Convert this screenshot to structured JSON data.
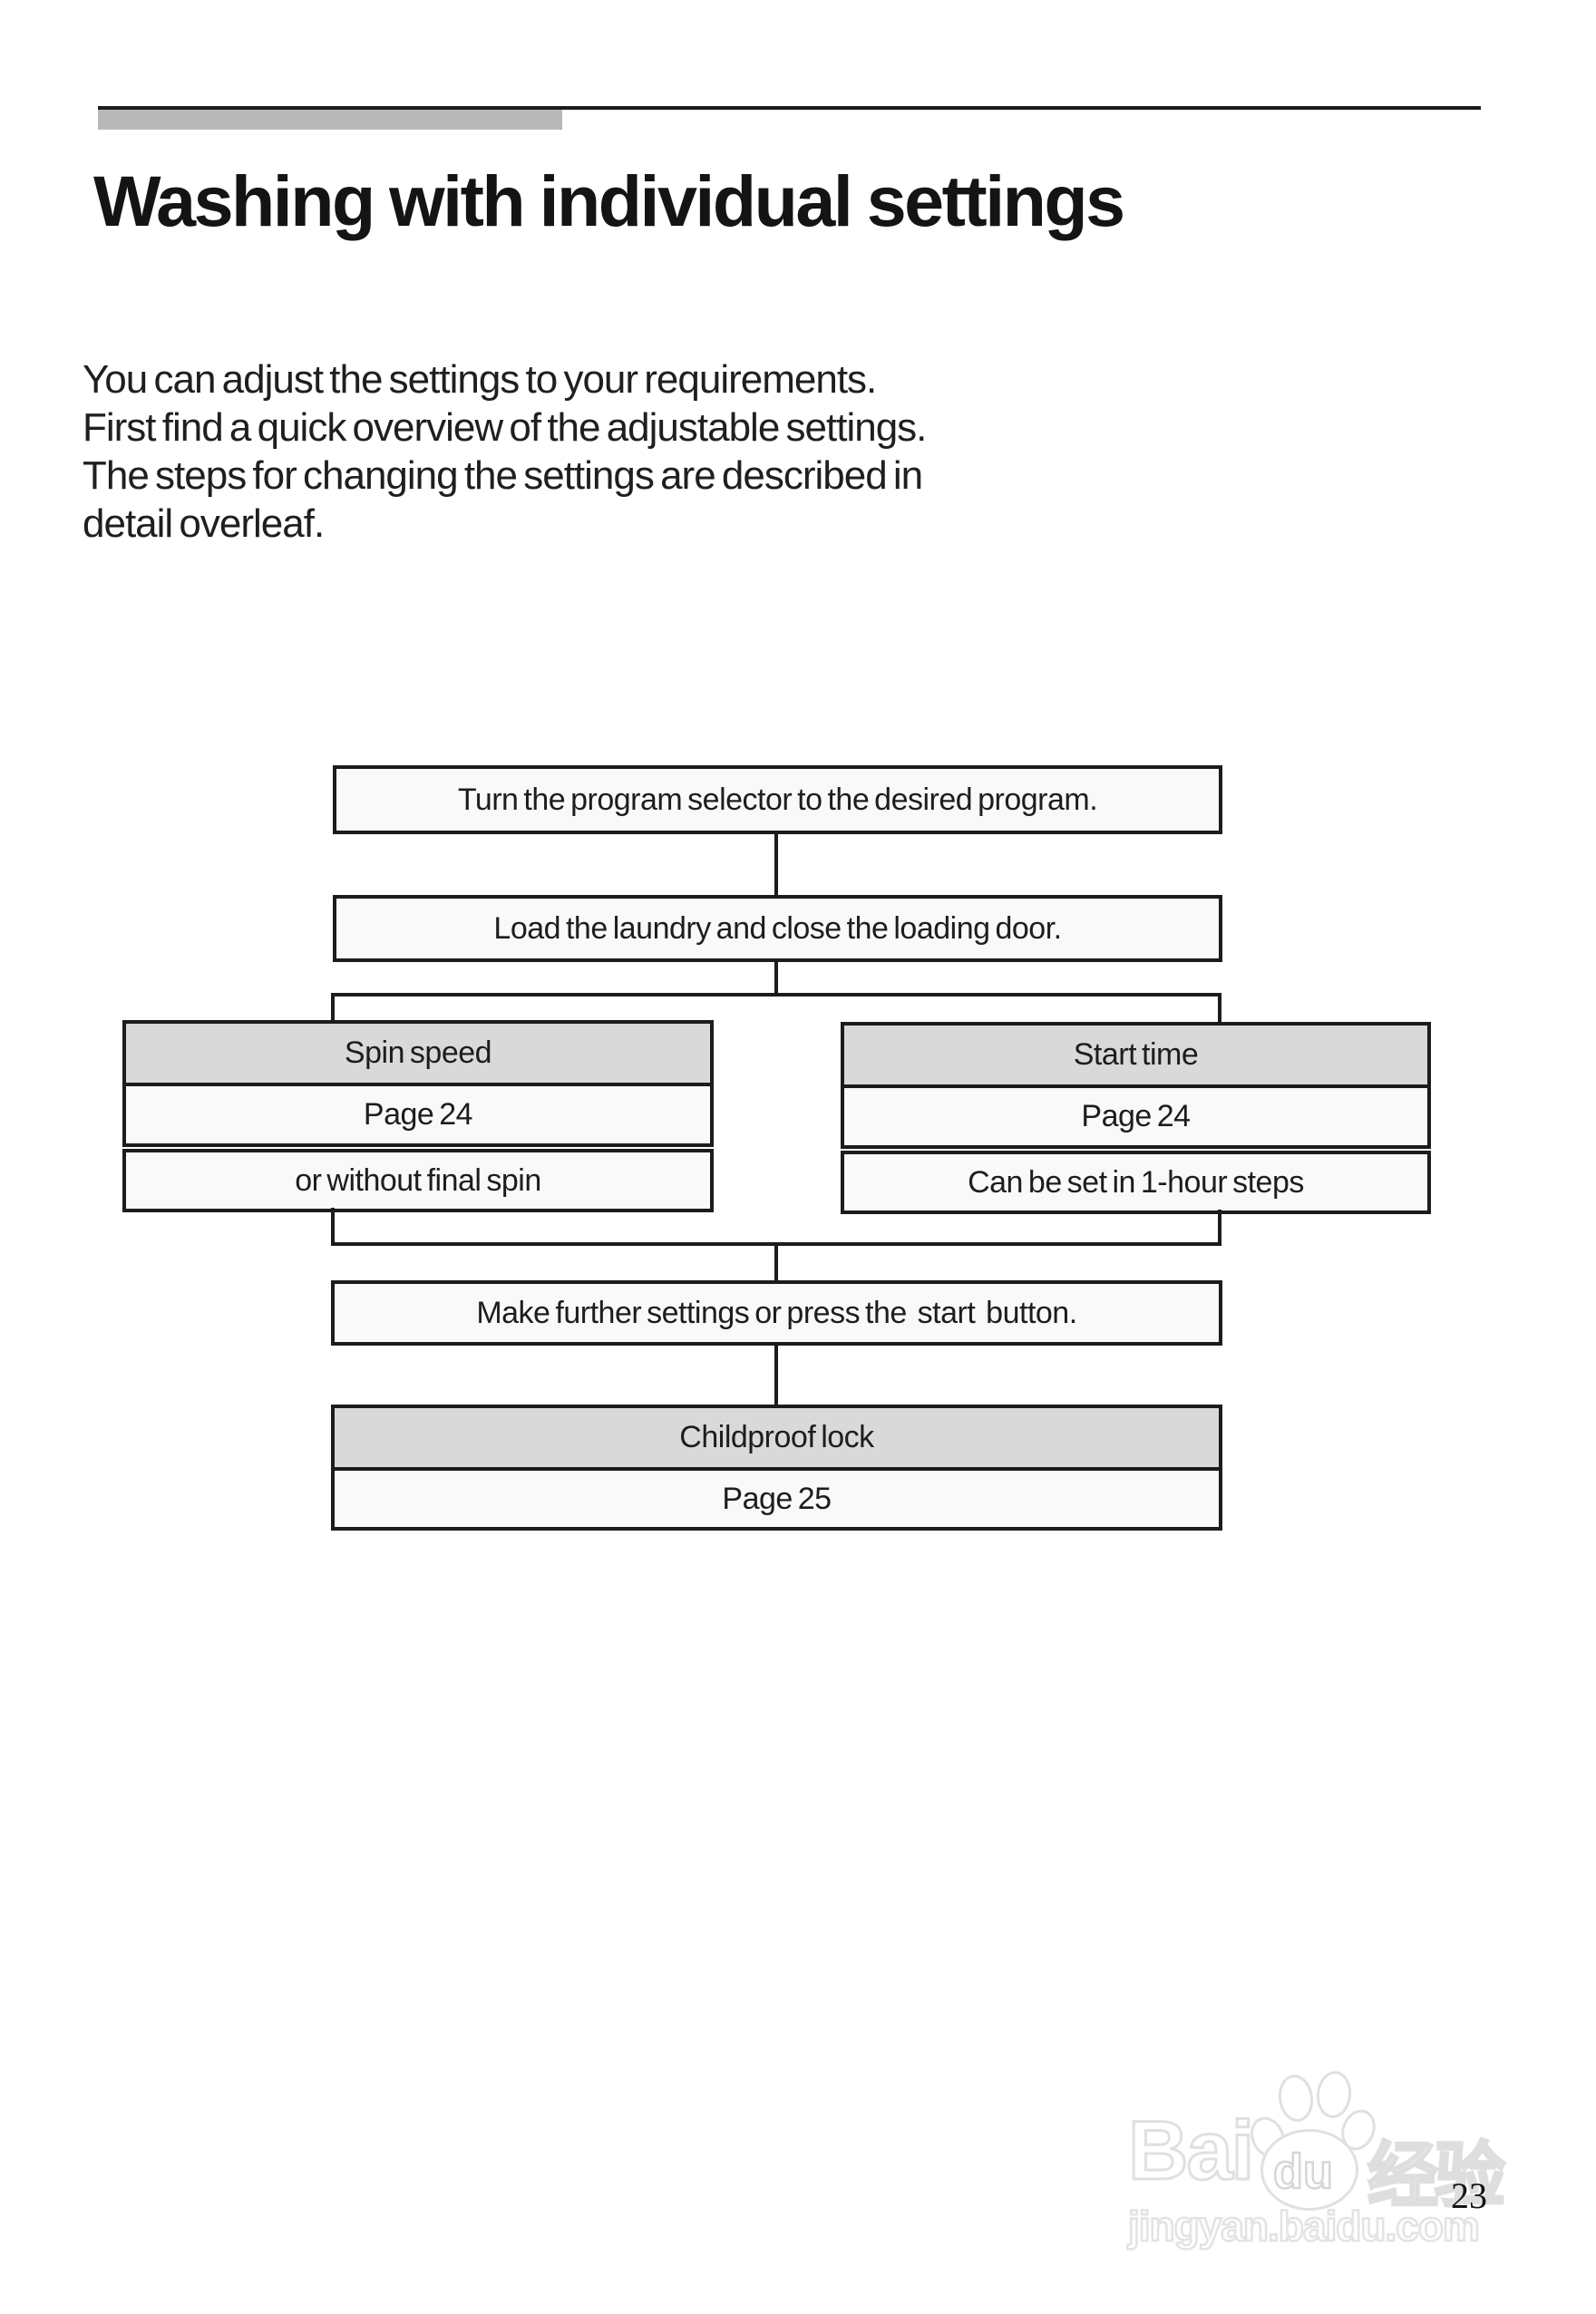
{
  "header": {
    "title": "Washing with individual settings"
  },
  "intro": {
    "lines": [
      "You can adjust the settings to your requirements.",
      "First find a quick overview of the adjustable settings.",
      "The steps for changing the settings are described in",
      "detail overleaf."
    ]
  },
  "flowchart": {
    "step1": {
      "text": "Turn the program selector to the desired program."
    },
    "step2": {
      "text": "Load the laundry and close the loading door."
    },
    "branches": [
      {
        "header": "Spin speed",
        "rows": [
          "Page 24",
          "or without final spin"
        ]
      },
      {
        "header": "Start time",
        "rows": [
          "Page 24",
          "Can be set in 1-hour steps"
        ]
      }
    ],
    "step3": {
      "text": "Make further settings or press the  start  button."
    },
    "final": {
      "header": "Childproof lock",
      "rows": [
        "Page 25"
      ]
    }
  },
  "watermark": {
    "bai": "Bai",
    "du": "du",
    "cn": "经验",
    "domain": "jingyan.baidu.com"
  },
  "footer": {
    "page_number": "23"
  },
  "colors": {
    "page_bg": "#ffffff",
    "ink": "#1d1d1d",
    "box_fill": "#f9f9f9",
    "table_header_gray": "#d9d9d9",
    "top_bar_gray": "#b8b8b8",
    "border_black": "#1c1c1c",
    "watermark_gray": "#e0e0e0"
  }
}
